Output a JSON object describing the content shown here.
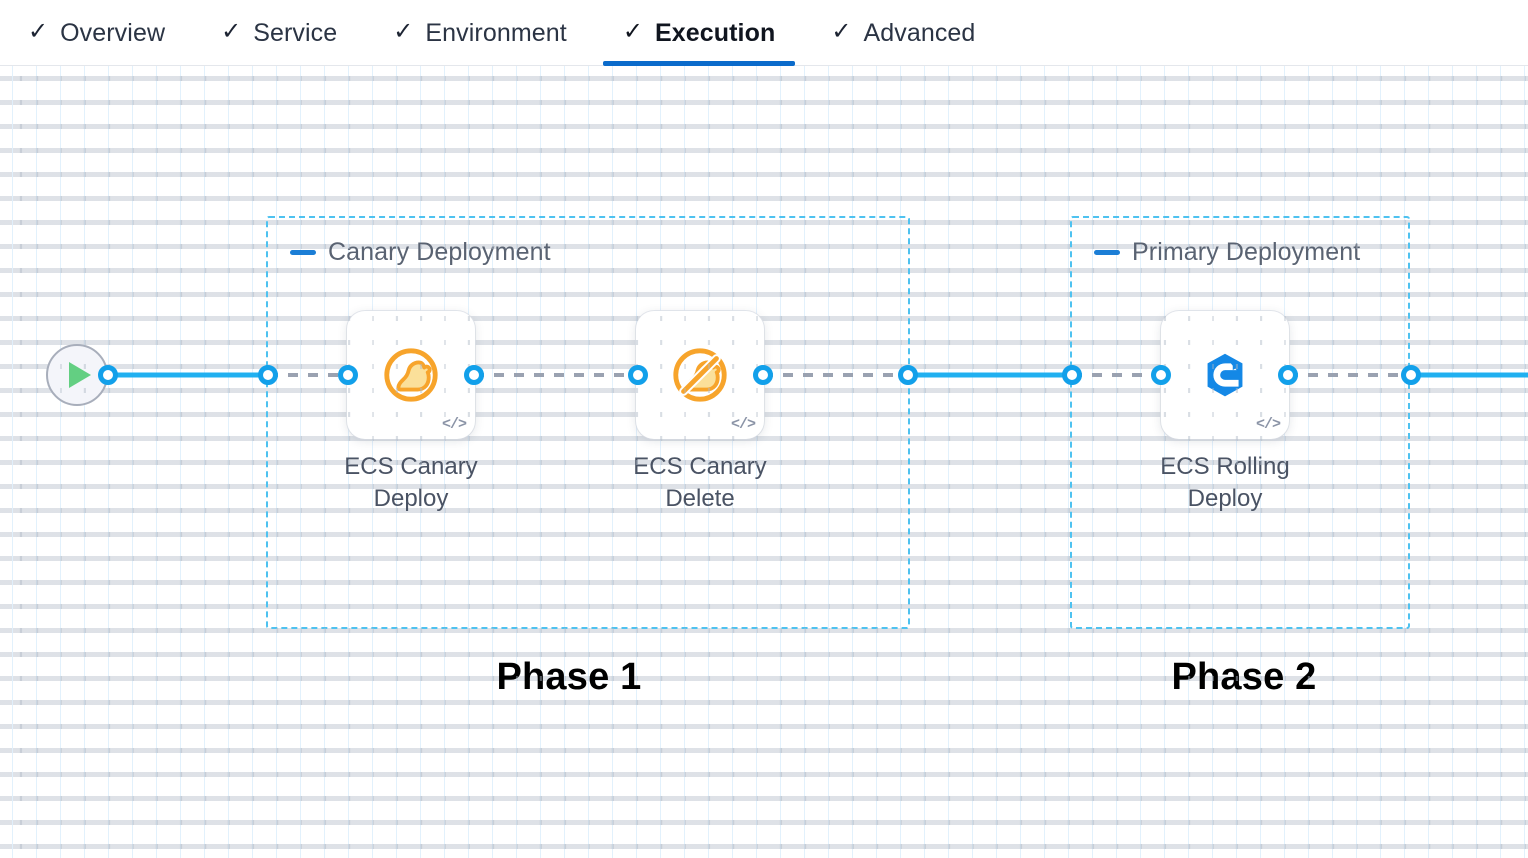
{
  "tabs": [
    {
      "label": "Overview",
      "check": "✓",
      "active": false
    },
    {
      "label": "Service",
      "check": "✓",
      "active": false
    },
    {
      "label": "Environment",
      "check": "✓",
      "active": false
    },
    {
      "label": "Execution",
      "check": "✓",
      "active": true
    },
    {
      "label": "Advanced",
      "check": "✓",
      "active": false
    }
  ],
  "canvas": {
    "start_node": {
      "name": "start",
      "icon": "play-icon"
    },
    "groups": [
      {
        "id": "canary",
        "title": "Canary Deployment",
        "collapse_icon": "minus-icon"
      },
      {
        "id": "primary",
        "title": "Primary Deployment",
        "collapse_icon": "minus-icon"
      }
    ],
    "nodes": [
      {
        "id": "ecs-canary-deploy",
        "label": "ECS Canary\nDeploy",
        "icon": "canary-bird-icon",
        "code_icon": "</>"
      },
      {
        "id": "ecs-canary-delete",
        "label": "ECS Canary\nDelete",
        "icon": "canary-bird-slash-icon",
        "code_icon": "</>"
      },
      {
        "id": "ecs-rolling-deploy",
        "label": "ECS Rolling\nDeploy",
        "icon": "rolling-deploy-icon",
        "code_icon": "</>"
      }
    ],
    "phases": [
      {
        "id": "phase-1",
        "label": "Phase 1"
      },
      {
        "id": "phase-2",
        "label": "Phase 2"
      }
    ]
  },
  "colors": {
    "accent_blue": "#0b6bcb",
    "port_blue": "#12a0ea",
    "edge_blue": "#21b0f0",
    "edge_dashed_gray": "#9aa2b1",
    "group_border": "#4ec2f0",
    "canary_orange": "#f5a623",
    "rolling_blue": "#1488e6",
    "play_green": "#63cf82"
  }
}
